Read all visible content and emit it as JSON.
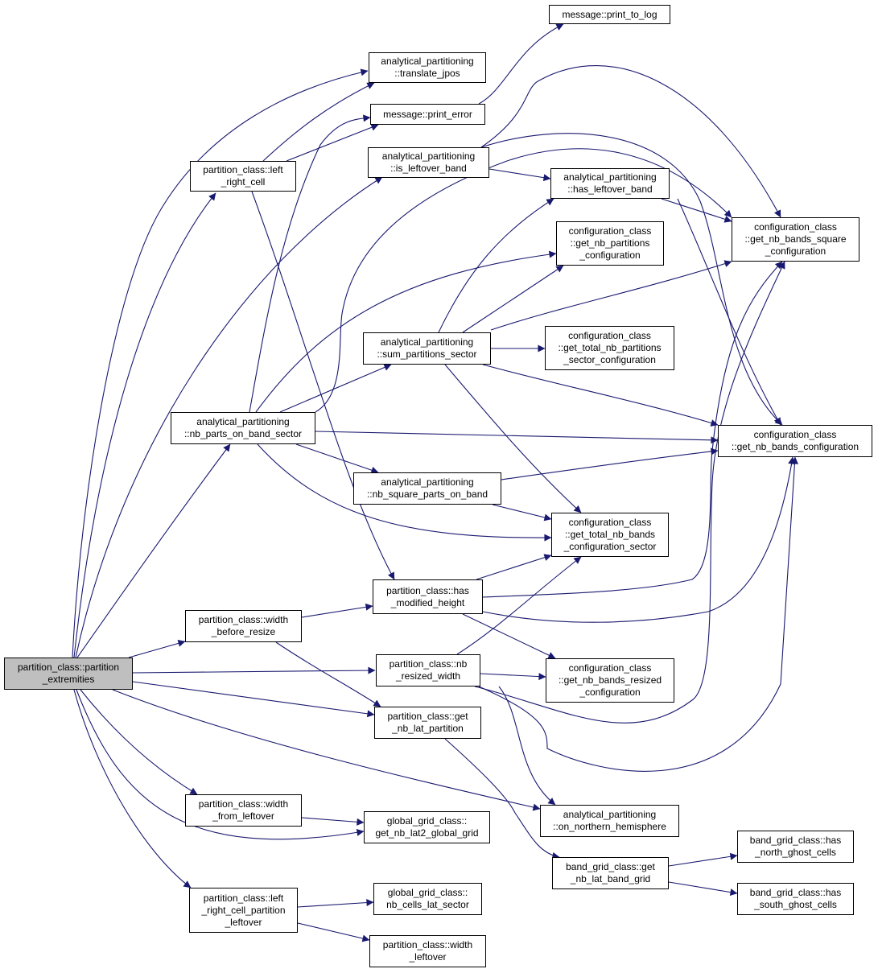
{
  "colors": {
    "edge": "#191970",
    "root_fill": "#bfbfbf",
    "node_border": "#000000"
  },
  "nodes": {
    "print_to_log": [
      "message::print_to_log"
    ],
    "translate_jpos": [
      "analytical_partitioning",
      "::translate_jpos"
    ],
    "print_error": [
      "message::print_error"
    ],
    "left_right_cell": [
      "partition_class::left",
      "_right_cell"
    ],
    "is_leftover_band": [
      "analytical_partitioning",
      "::is_leftover_band"
    ],
    "has_leftover_band": [
      "analytical_partitioning",
      "::has_leftover_band"
    ],
    "get_nb_partitions_configuration": [
      "configuration_class",
      "::get_nb_partitions",
      "_configuration"
    ],
    "get_nb_bands_square_configuration": [
      "configuration_class",
      "::get_nb_bands_square",
      "_configuration"
    ],
    "sum_partitions_sector": [
      "analytical_partitioning",
      "::sum_partitions_sector"
    ],
    "get_total_nb_partitions_sector_configuration": [
      "configuration_class",
      "::get_total_nb_partitions",
      "_sector_configuration"
    ],
    "nb_parts_on_band_sector": [
      "analytical_partitioning",
      "::nb_parts_on_band_sector"
    ],
    "get_nb_bands_configuration": [
      "configuration_class",
      "::get_nb_bands_configuration"
    ],
    "nb_square_parts_on_band": [
      "analytical_partitioning",
      "::nb_square_parts_on_band"
    ],
    "get_total_nb_bands_configuration_sector": [
      "configuration_class",
      "::get_total_nb_bands",
      "_configuration_sector"
    ],
    "has_modified_height": [
      "partition_class::has",
      "_modified_height"
    ],
    "width_before_resize": [
      "partition_class::width",
      "_before_resize"
    ],
    "partition_extremities": [
      "partition_class::partition",
      "_extremities"
    ],
    "nb_resized_width": [
      "partition_class::nb",
      "_resized_width"
    ],
    "get_nb_bands_resized_configuration": [
      "configuration_class",
      "::get_nb_bands_resized",
      "_configuration"
    ],
    "get_nb_lat_partition": [
      "partition_class::get",
      "_nb_lat_partition"
    ],
    "width_from_leftover": [
      "partition_class::width",
      "_from_leftover"
    ],
    "get_nb_lat2_global_grid": [
      "global_grid_class::",
      "get_nb_lat2_global_grid"
    ],
    "on_northern_hemisphere": [
      "analytical_partitioning",
      "::on_northern_hemisphere"
    ],
    "has_north_ghost_cells": [
      "band_grid_class::has",
      "_north_ghost_cells"
    ],
    "get_nb_lat_band_grid": [
      "band_grid_class::get",
      "_nb_lat_band_grid"
    ],
    "has_south_ghost_cells": [
      "band_grid_class::has",
      "_south_ghost_cells"
    ],
    "left_right_cell_partition_leftover": [
      "partition_class::left",
      "_right_cell_partition",
      "_leftover"
    ],
    "nb_cells_lat_sector": [
      "global_grid_class::",
      "nb_cells_lat_sector"
    ],
    "width_leftover": [
      "partition_class::width",
      "_leftover"
    ]
  }
}
